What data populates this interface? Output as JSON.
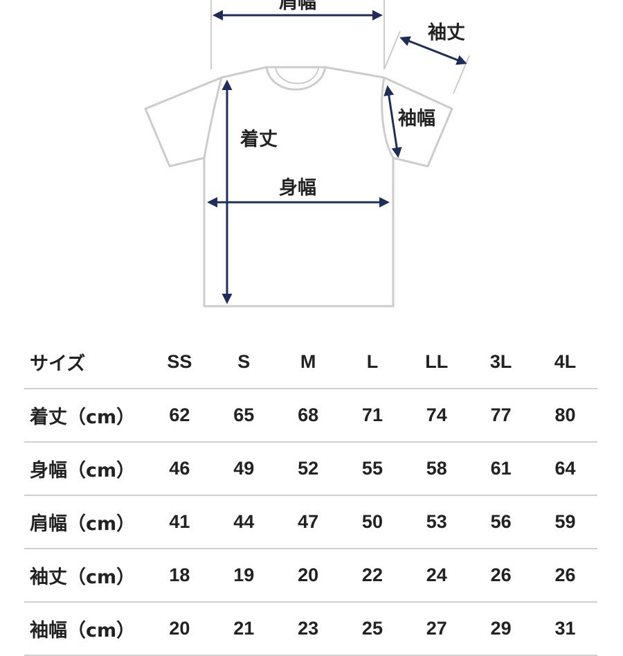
{
  "diagram": {
    "labels": {
      "shoulder_width": "肩幅",
      "sleeve_length": "袖丈",
      "sleeve_width": "袖幅",
      "body_length": "着丈",
      "body_width": "身幅"
    },
    "colors": {
      "arrow": "#1f2d5a",
      "outline": "#cccccc"
    }
  },
  "table": {
    "header": {
      "label": "サイズ",
      "sizes": [
        "SS",
        "S",
        "M",
        "L",
        "LL",
        "3L",
        "4L"
      ]
    },
    "rows": [
      {
        "label": "着丈（cm）",
        "values": [
          "62",
          "65",
          "68",
          "71",
          "74",
          "77",
          "80"
        ]
      },
      {
        "label": "身幅（cm）",
        "values": [
          "46",
          "49",
          "52",
          "55",
          "58",
          "61",
          "64"
        ]
      },
      {
        "label": "肩幅（cm）",
        "values": [
          "41",
          "44",
          "47",
          "50",
          "53",
          "56",
          "59"
        ]
      },
      {
        "label": "袖丈（cm）",
        "values": [
          "18",
          "19",
          "20",
          "22",
          "24",
          "26",
          "26"
        ]
      },
      {
        "label": "袖幅（cm）",
        "values": [
          "20",
          "21",
          "23",
          "25",
          "27",
          "29",
          "31"
        ]
      }
    ],
    "colors": {
      "rule": "#d0d0d0"
    }
  }
}
